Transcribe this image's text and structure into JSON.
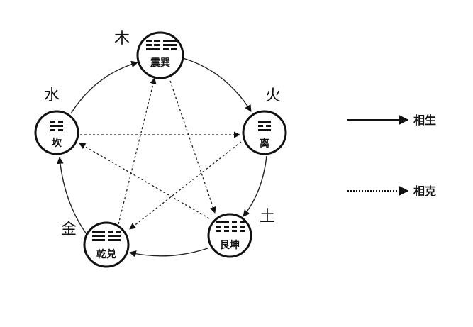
{
  "nodes": {
    "wood": {
      "element": "木",
      "trigrams": "震巽"
    },
    "fire": {
      "element": "火",
      "trigrams": "离"
    },
    "earth": {
      "element": "土",
      "trigrams": "艮坤"
    },
    "metal": {
      "element": "金",
      "trigrams": "乾兑"
    },
    "water": {
      "element": "水",
      "trigrams": "坎"
    }
  },
  "legend": {
    "generating": "相生",
    "overcoming": "相克"
  },
  "colors": {
    "ink": "#111111",
    "background": "#ffffff"
  }
}
